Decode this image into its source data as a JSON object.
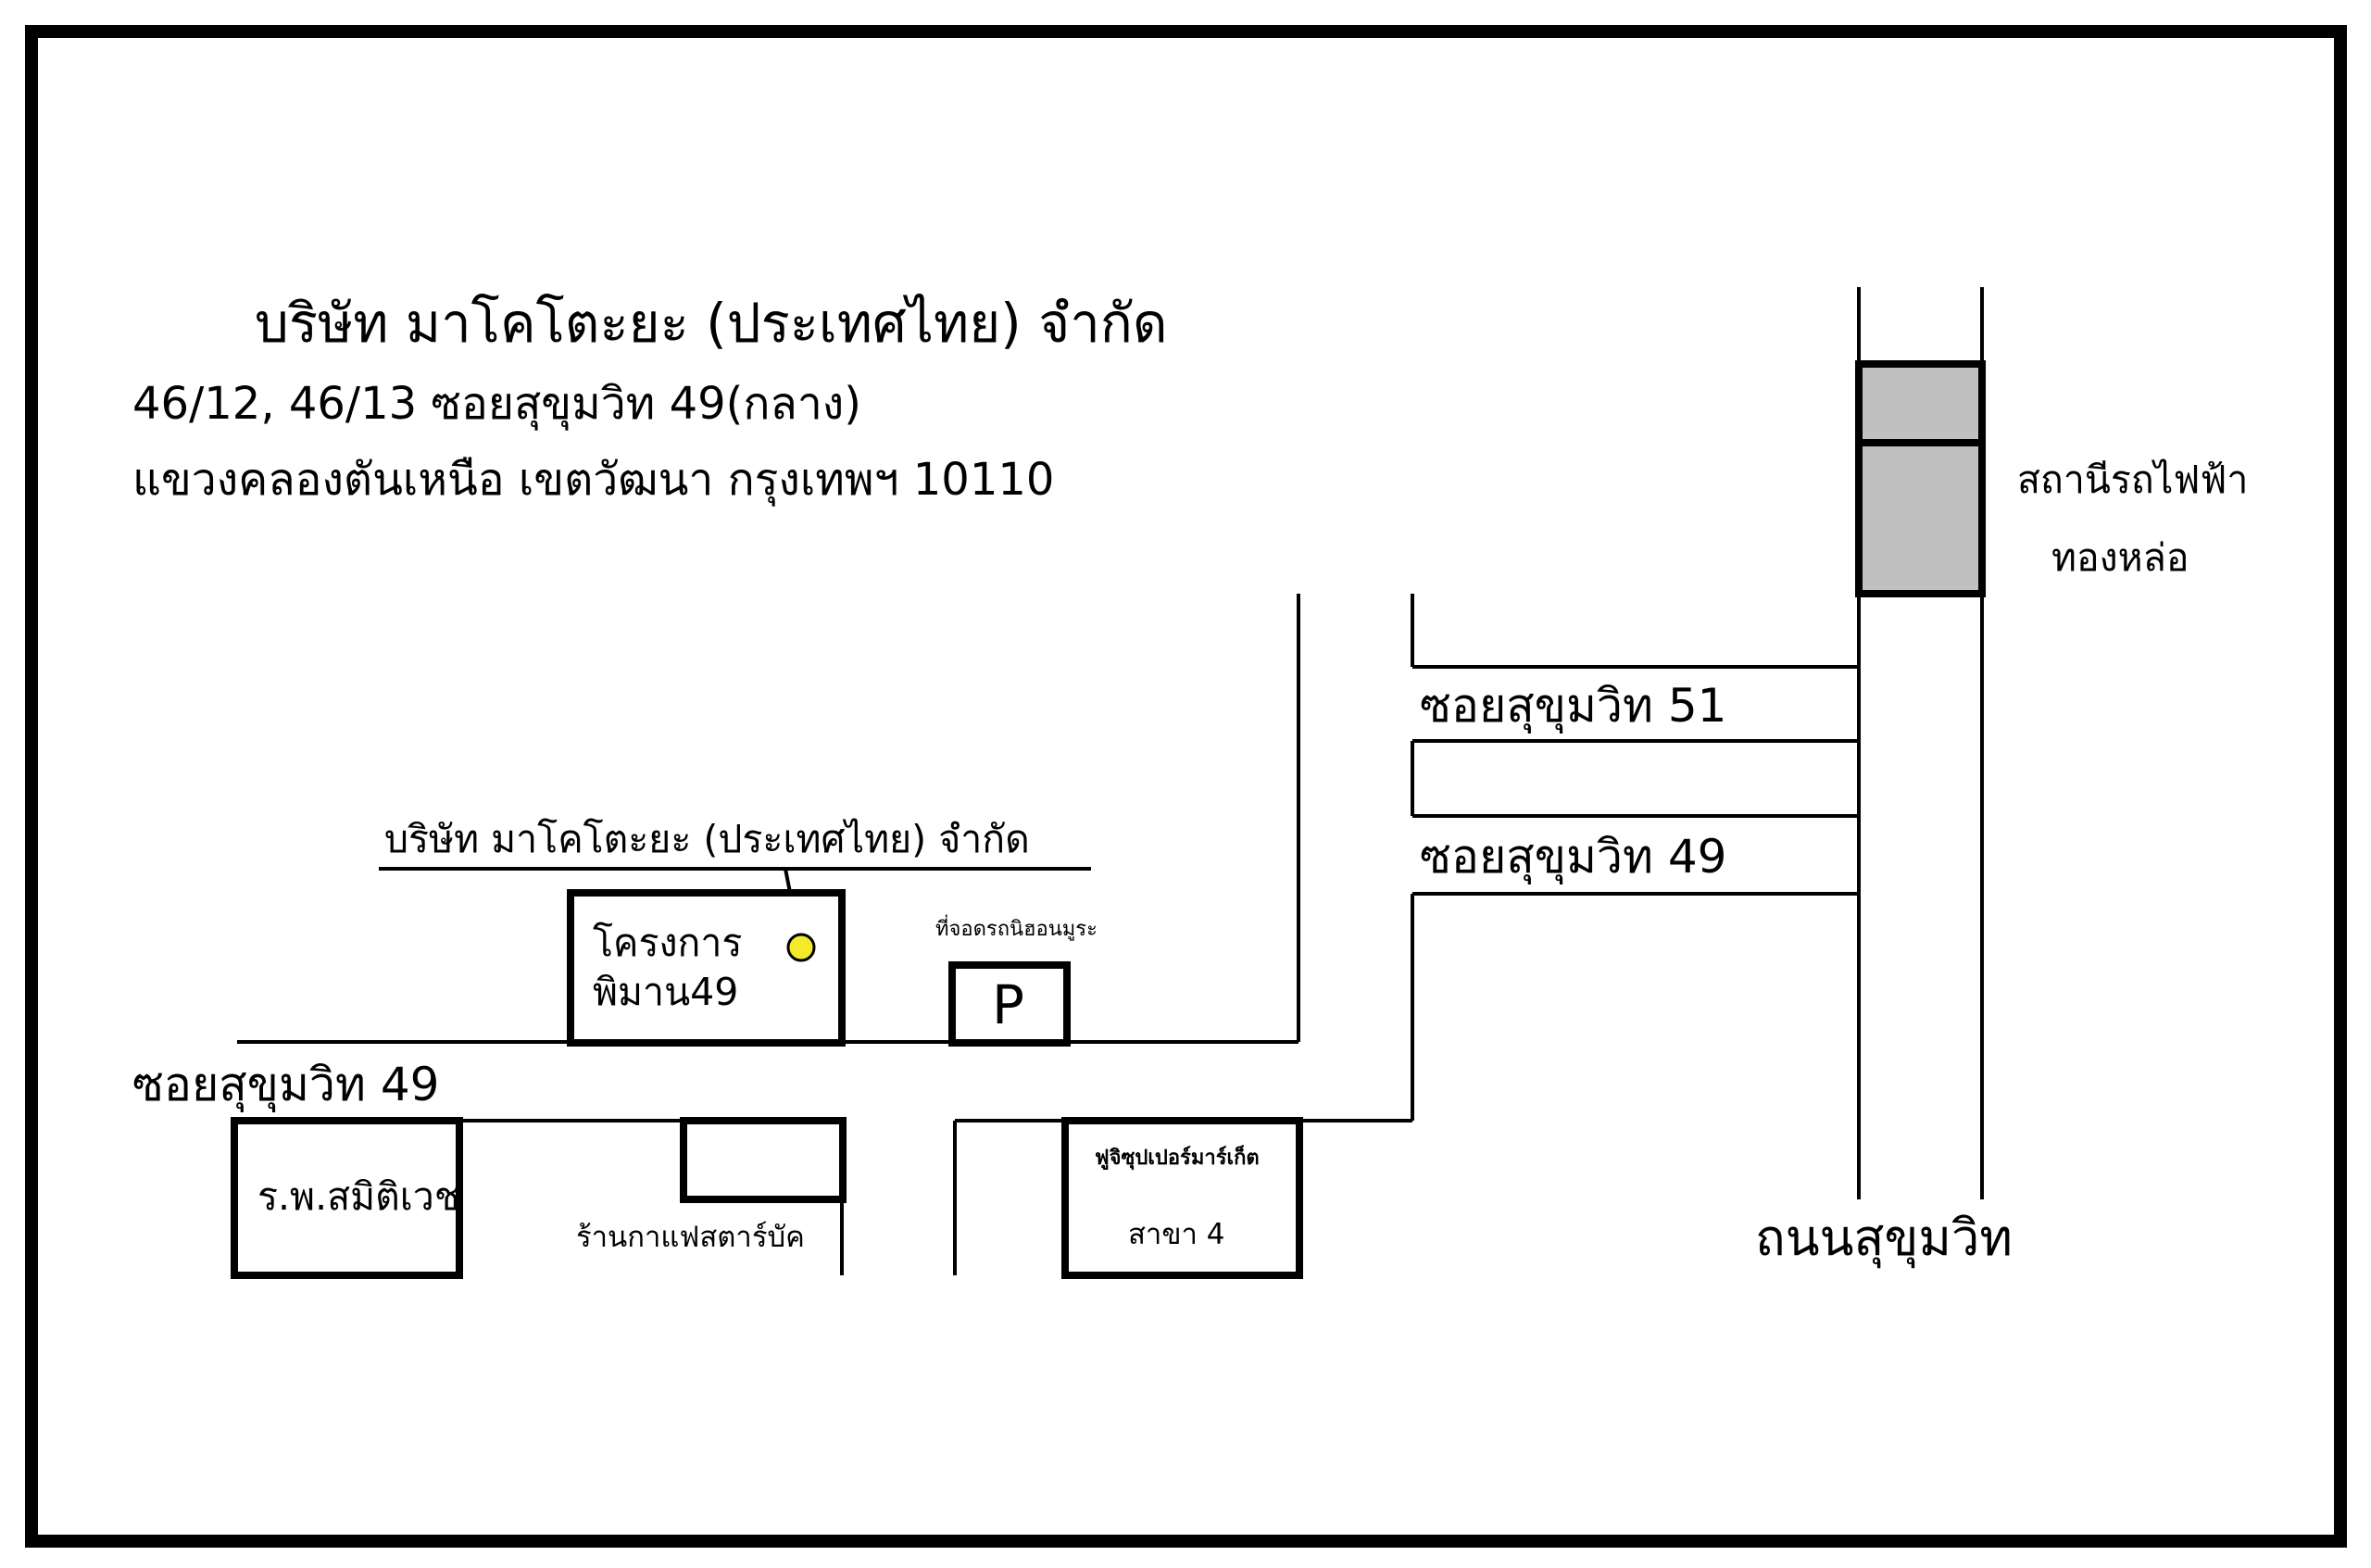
{
  "header": {
    "company_name": "บริษัท มาโคโตะยะ (ประเทศไทย) จำกัด",
    "address_line1": "46/12, 46/13 ซอยสุขุมวิท 49(กลาง)",
    "address_line2": "แขวงคลองตันเหนือ เขตวัฒนา กรุงเทพฯ 10110"
  },
  "map": {
    "company_marker_label": "บริษัท มาโคโตะยะ (ประเทศไทย) จำกัด",
    "project_label_line1": "โครงการ",
    "project_label_line2": "พิมาน49",
    "parking_caption": "ที่จอดรถนิฮอนมูระ",
    "parking_symbol": "P",
    "soi49_left_label": "ซอยสุขุมวิท 49",
    "hospital_label": "ร.พ.สมิติเวช",
    "starbucks_label": "ร้านกาแฟสตาร์บัค",
    "supermarket_label_line1": "ฟูจิซุปเปอร์มาร์เก็ต",
    "supermarket_label_line2": "สาขา 4",
    "soi51_label": "ซอยสุขุมวิท 51",
    "soi49_right_label": "ซอยสุขุมวิท 49",
    "bts_label_line1": "สถานีรถไฟฟ้า",
    "bts_label_line2": "ทองหล่อ",
    "main_road_label": "ถนนสุขุมวิท"
  },
  "colors": {
    "line": "#000000",
    "station_fill": "#c0c0c0",
    "marker_fill": "#f2ea2b",
    "background": "#ffffff"
  },
  "icons": {
    "company_marker": "location-dot-icon",
    "parking": "parking-sign-icon"
  }
}
